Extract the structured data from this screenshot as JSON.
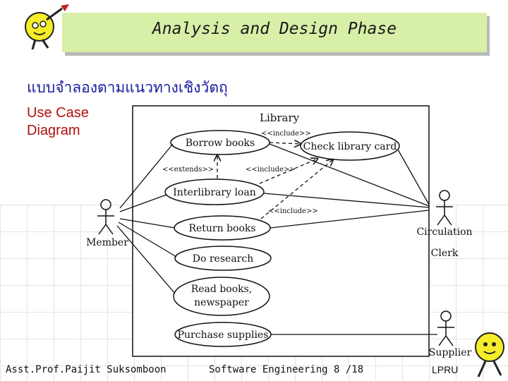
{
  "header": {
    "title": "Analysis and Design Phase",
    "subtitle": "แบบจำลองตามแนวทางเชิงวัตถุ"
  },
  "diagram_label": {
    "line1": "Use Case",
    "line2": "Diagram"
  },
  "system": {
    "name": "Library"
  },
  "use_cases": {
    "borrow": "Borrow books",
    "check": "Check library card",
    "interlibrary": "Interlibrary loan",
    "return": "Return books",
    "research": "Do research",
    "read_line1": "Read books,",
    "read_line2": "newspaper",
    "purchase": "Purchase supplies"
  },
  "relations": {
    "include1": "<<include>>",
    "include2": "<<include>>",
    "include3": "<<include>>",
    "extends": "<<extends>>"
  },
  "actors": {
    "member": "Member",
    "circulation_line1": "Circulation",
    "circulation_line2": "Clerk",
    "supplier": "Supplier"
  },
  "footer": {
    "author": "Asst.Prof.Paijit Suksomboon",
    "course": "Software Engineering 8 /18",
    "org": "LPRU"
  },
  "colors": {
    "header_bar": "#d8efa8",
    "subtitle": "#1a1aa0",
    "diagram_label": "#b01010"
  }
}
